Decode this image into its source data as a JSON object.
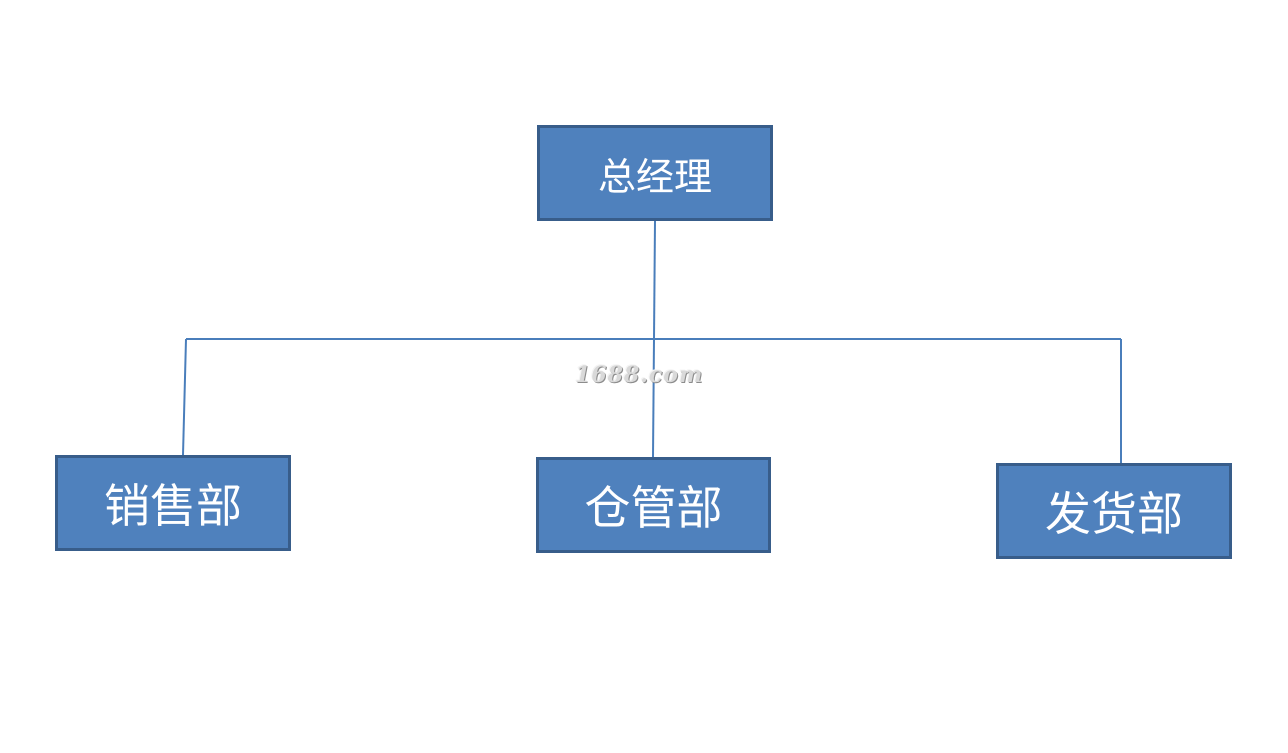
{
  "diagram": {
    "root": {
      "label": "总经理"
    },
    "children": [
      {
        "label": "销售部"
      },
      {
        "label": "仓管部"
      },
      {
        "label": "发货部"
      }
    ]
  },
  "watermark": {
    "text": "1688.com"
  },
  "colors": {
    "box_fill": "#4f81bd",
    "box_border": "#385d8a",
    "box_text": "#ffffff",
    "connector": "#4a7ebb",
    "background": "#ffffff"
  }
}
